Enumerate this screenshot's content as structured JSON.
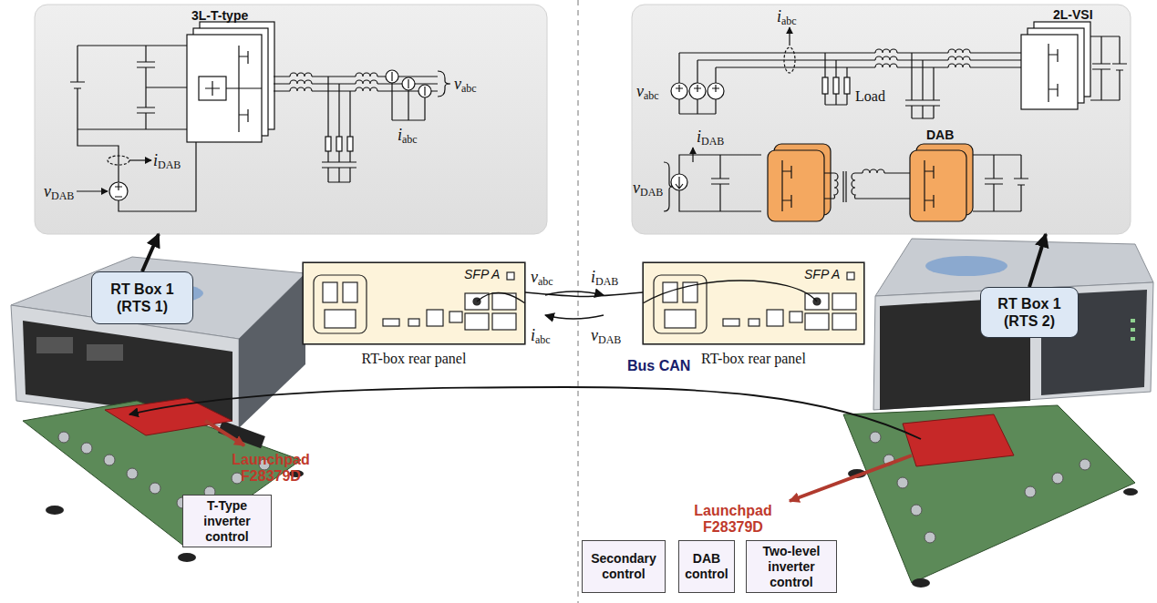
{
  "diagram": {
    "nodes": [
      {
        "text": [
          "3L-T-type"
        ]
      },
      {
        "text": [
          "2L-VSI"
        ]
      },
      {
        "text": [
          "RT Box 1 (RTS 1)"
        ]
      },
      {
        "text": [
          "SFP A",
          "RT-box rear panel"
        ]
      },
      {
        "text": [
          "SFP A",
          "RT-box rear panel"
        ]
      },
      {
        "text": [
          "RT Box 1 (RTS 2)"
        ]
      },
      {
        "text": [
          "T-Type inverter control"
        ]
      },
      {
        "text": [
          "Secondary control"
        ]
      },
      {
        "text": [
          "DAB control"
        ]
      },
      {
        "text": [
          "Two-level inverter control"
        ]
      }
    ],
    "edges": [
      {
        "from": 2,
        "to": 0,
        "arrow": "to"
      },
      {
        "from": 3,
        "to": 4,
        "arrow": "none"
      },
      {
        "from": 5,
        "to": 1,
        "arrow": "to"
      }
    ],
    "labels": [
      "vDAB",
      "iDAB",
      "iabc",
      "vabc",
      "iabc",
      "vabc",
      "Load",
      "DAB",
      "iDAB",
      "vDAB",
      "vabc",
      "iDAB",
      "iabc",
      "vDAB",
      "Bus CAN",
      "Launchpad F28379D",
      "Launchpad F28379D"
    ]
  }
}
